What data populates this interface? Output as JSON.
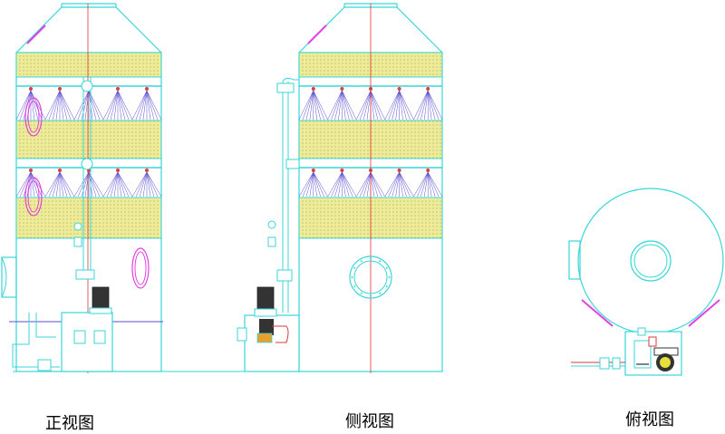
{
  "labels": {
    "front_view": "正视图",
    "side_view": "侧视图",
    "top_view": "俯视图"
  },
  "colors": {
    "outline": "#38d6d8",
    "packing": "#ecec9a",
    "packing_dots": "#b9a93c",
    "spray": "#5a4fcf",
    "nozzle": "#e43b3b",
    "centerline": "#d93a3a",
    "magenta": "#e340e3",
    "motor": "#333333",
    "accent_orange": "#e7a02e"
  }
}
